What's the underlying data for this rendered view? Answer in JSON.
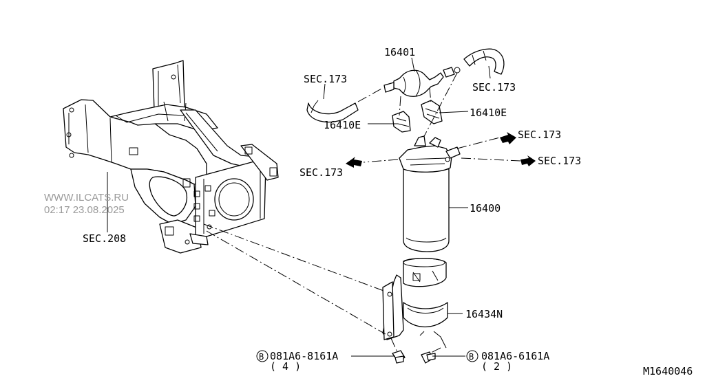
{
  "diagram": {
    "parts": {
      "p16401": "16401",
      "p16410E_left": "16410E",
      "p16410E_right": "16410E",
      "p16400": "16400",
      "p16434N": "16434N"
    },
    "sections": {
      "sec173_hose_left": "SEC.173",
      "sec173_hose_right": "SEC.173",
      "sec173_arrow_upper": "SEC.173",
      "sec173_arrow_right": "SEC.173",
      "sec173_arrow_left": "SEC.173",
      "sec208": "SEC.208"
    },
    "bolts": {
      "left": {
        "marker": "B",
        "part": "081A6-8161A",
        "qty": "( 4 )"
      },
      "right": {
        "marker": "B",
        "part": "081A6-6161A",
        "qty": "( 2 )"
      }
    },
    "watermark": {
      "line1": "WWW.ILCATS.RU",
      "line2": "02:17 23.08.2025"
    },
    "diagram_code": "M1640046"
  }
}
